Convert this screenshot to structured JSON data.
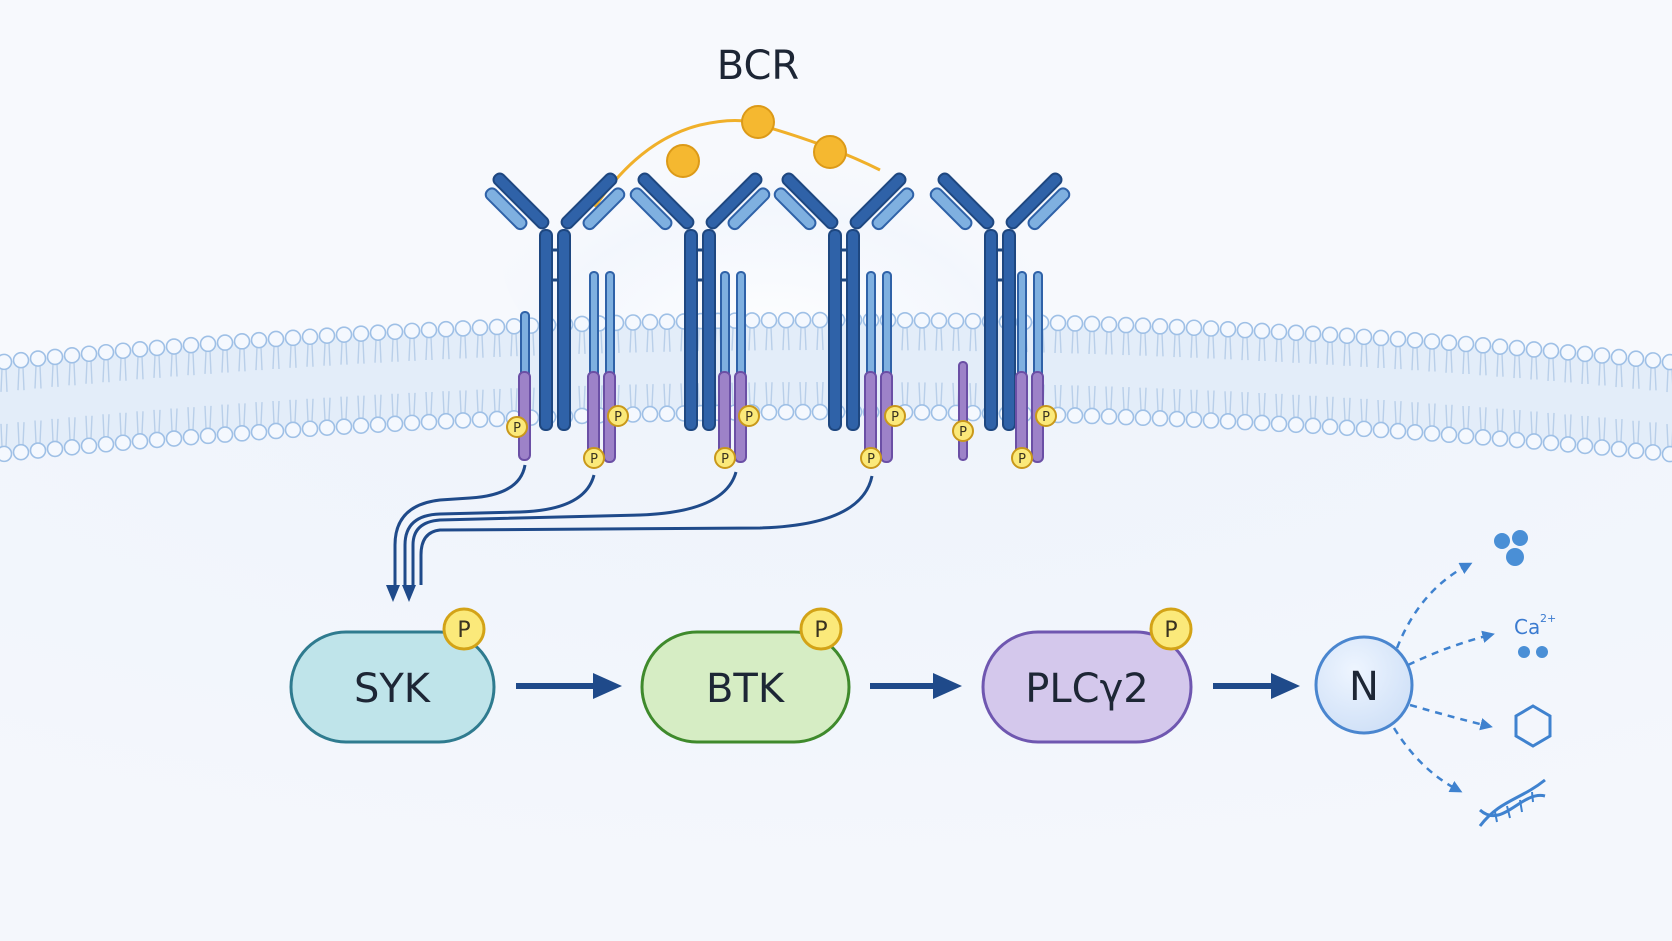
{
  "title": "BCR",
  "nodes": [
    {
      "id": "syk",
      "label": "SYK",
      "phosphorylated": true
    },
    {
      "id": "btk",
      "label": "BTK",
      "phosphorylated": true
    },
    {
      "id": "plcg2",
      "label": "PLCγ2",
      "phosphorylated": true
    },
    {
      "id": "nucleus",
      "label": "N",
      "phosphorylated": false
    }
  ],
  "phospho_label": "P",
  "outputs": [
    {
      "id": "particles",
      "icon": "dots-icon"
    },
    {
      "id": "calcium",
      "label": "Ca",
      "superscript": "2+"
    },
    {
      "id": "hexagon",
      "icon": "hexagon-icon"
    },
    {
      "id": "dna",
      "icon": "dna-icon"
    }
  ],
  "colors": {
    "receptor": "#2f62a8",
    "receptor_light": "#7fb0e0",
    "antigen": "#f5b830",
    "arrow": "#1f4a8a",
    "syk_fill": "#bfe4ea",
    "btk_fill": "#d6edc4",
    "plcg2_fill": "#d4c8ec",
    "nucleus_fill": "#dce9fa",
    "phospho_fill": "#fbe97a"
  }
}
